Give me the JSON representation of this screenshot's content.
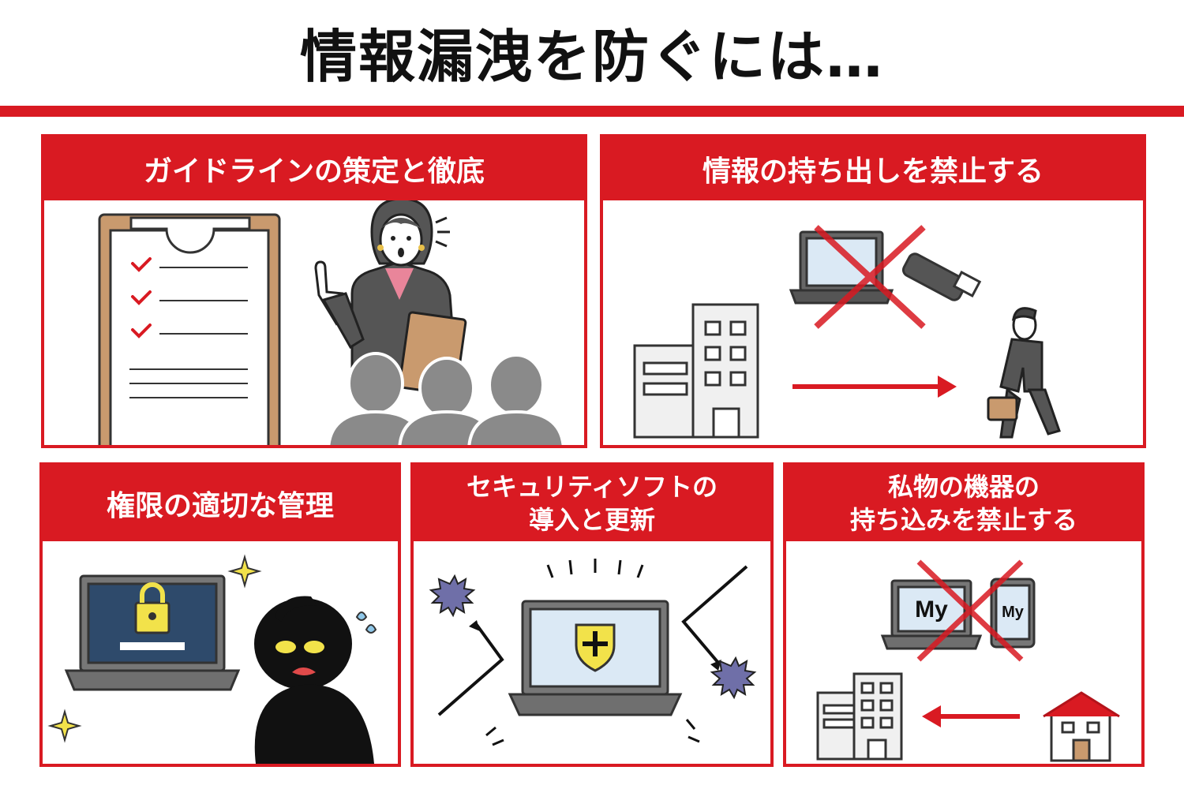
{
  "title": "情報漏洩を防ぐには…",
  "colors": {
    "accent": "#d91a22",
    "dark_gray": "#4a4a4a",
    "screen_blue": "#dbe9f5",
    "lock_screen": "#2e4a6b",
    "lock_yellow": "#f2e24a"
  },
  "panels": [
    {
      "id": "guideline",
      "title_lines": [
        "ガイドラインの策定と徹底"
      ],
      "icons": [
        "clipboard-checklist-icon",
        "presenter-woman-icon",
        "audience-icon"
      ]
    },
    {
      "id": "no-take-out",
      "title_lines": [
        "情報の持ち出しを禁止する"
      ],
      "icons": [
        "office-building-icon",
        "laptop-icon",
        "usb-drive-icon",
        "prohibited-x-icon",
        "arrow-right-icon",
        "businessman-walking-icon"
      ]
    },
    {
      "id": "permission",
      "title_lines": [
        "権限の適切な管理"
      ],
      "icons": [
        "locked-laptop-icon",
        "frustrated-hacker-icon",
        "sparkle-icon"
      ]
    },
    {
      "id": "security-soft",
      "title_lines": [
        "セキュリティソフトの",
        "導入と更新"
      ],
      "icons": [
        "shield-laptop-icon",
        "virus-icon",
        "deflect-arrow-icon"
      ]
    },
    {
      "id": "no-bring-in",
      "title_lines": [
        "私物の機器の",
        "持ち込みを禁止する"
      ],
      "icons": [
        "my-laptop-icon",
        "my-phone-icon",
        "prohibited-x-icon",
        "house-icon",
        "arrow-left-icon",
        "office-building-icon"
      ],
      "device_label": "My"
    }
  ]
}
